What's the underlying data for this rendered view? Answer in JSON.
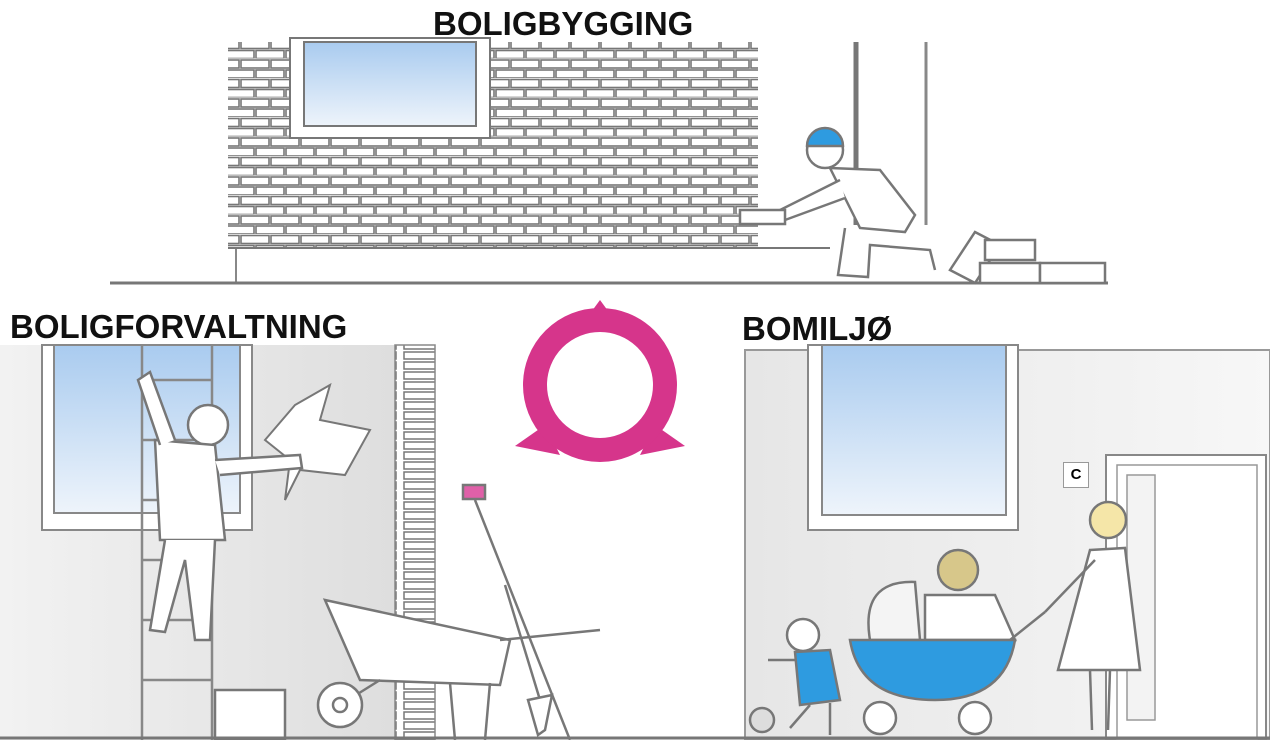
{
  "labels": {
    "top": "BOLIGBYGGING",
    "left": "BOLIGFORVALTNING",
    "right": "BOMILJØ",
    "door_sign": "C"
  },
  "colors": {
    "emblem": "#d6358b",
    "sky": "#b9d6f2",
    "accent_blue": "#2e9be0",
    "line": "#6e6e6e"
  }
}
